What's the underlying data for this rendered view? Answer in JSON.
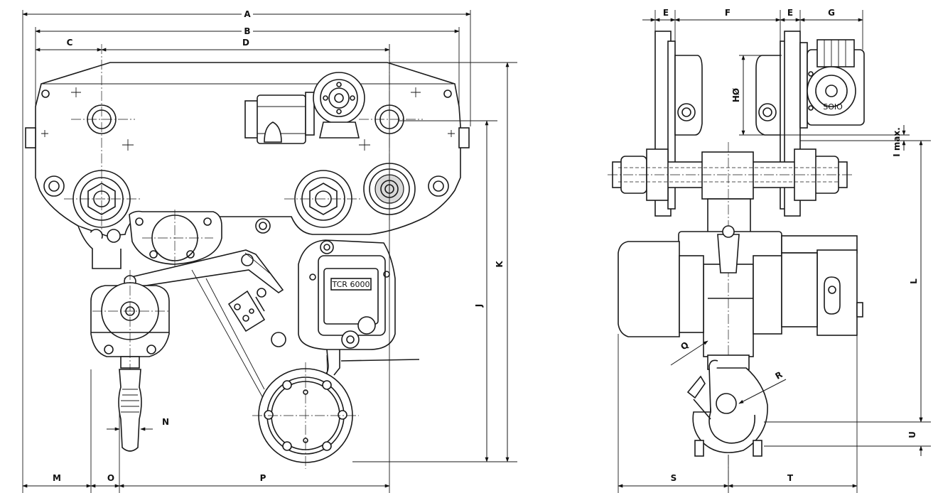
{
  "diagram": {
    "front_labels": {
      "A": "A",
      "B": "B",
      "C": "C",
      "D": "D",
      "J": "J",
      "K": "K",
      "M": "M",
      "N": "N",
      "O": "O",
      "P": "P"
    },
    "side_labels": {
      "E1": "E",
      "F": "F",
      "E2": "E",
      "G": "G",
      "H": "HØ",
      "I": "I max.",
      "L": "L",
      "Q": "Q",
      "R": "R",
      "S": "S",
      "T": "T",
      "U": "U"
    },
    "front_nameplate": "TCR 6000",
    "side_motor_text": "SOIO"
  }
}
